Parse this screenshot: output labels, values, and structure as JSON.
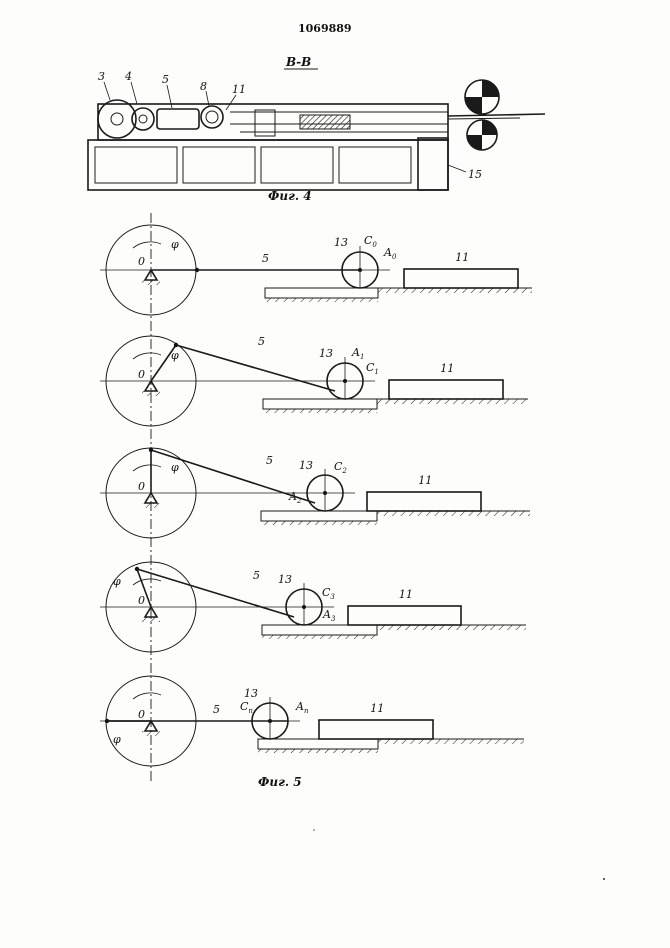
{
  "document": {
    "patent_number": "1069889",
    "section_label": "В-В",
    "fig4_caption": "Фиг. 4",
    "fig5_caption": "Фиг. 5"
  },
  "fig4_labels": [
    "3",
    "4",
    "5",
    "8",
    "11",
    "15"
  ],
  "fig5_panels": [
    {
      "crank_center": "0",
      "angle": "φ",
      "rod": "5",
      "roller": "13",
      "point_a": "A",
      "point_a_sub": "0",
      "point_c": "C",
      "point_c_sub": "0",
      "slab": "11"
    },
    {
      "crank_center": "0",
      "angle": "φ",
      "rod": "5",
      "roller": "13",
      "point_a": "A",
      "point_a_sub": "1",
      "point_c": "C",
      "point_c_sub": "1",
      "slab": "11"
    },
    {
      "crank_center": "0",
      "angle": "φ",
      "rod": "5",
      "roller": "13",
      "point_a": "A",
      "point_a_sub": "2",
      "point_c": "C",
      "point_c_sub": "2",
      "slab": "11"
    },
    {
      "crank_center": "0",
      "angle": "φ",
      "rod": "5",
      "roller": "13",
      "point_a": "A",
      "point_a_sub": "3",
      "point_c": "C",
      "point_c_sub": "3",
      "slab": "11"
    },
    {
      "crank_center": "0",
      "angle": "φ",
      "rod": "5",
      "roller": "13",
      "point_a": "A",
      "point_a_sub": "n",
      "point_c": "C",
      "point_c_sub": "n",
      "slab": "11"
    }
  ]
}
